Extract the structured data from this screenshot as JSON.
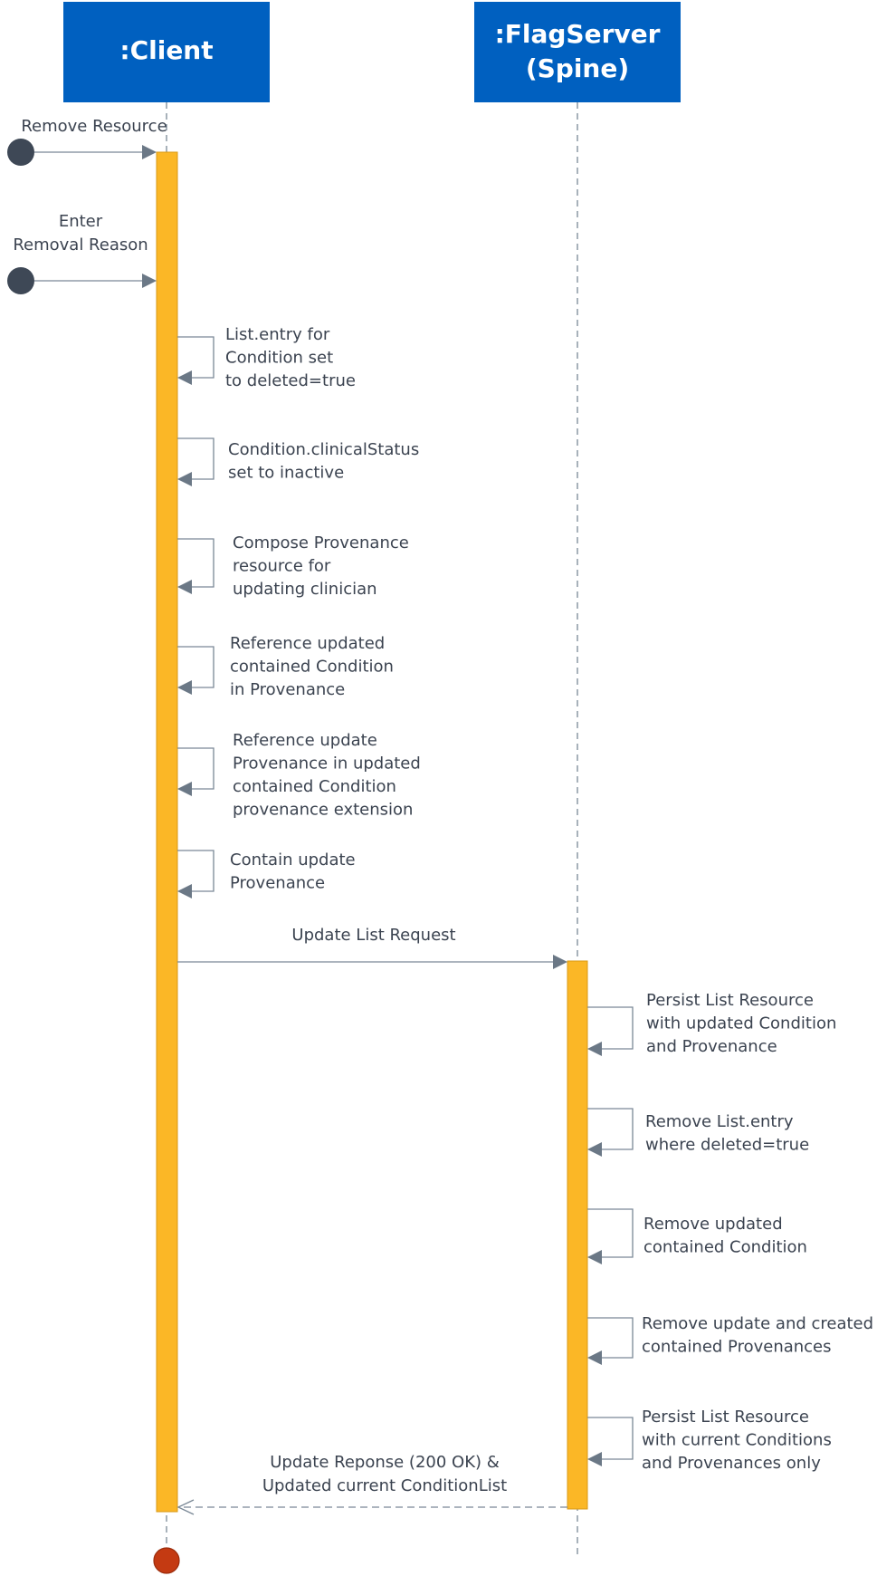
{
  "participants": {
    "client": {
      "name": ":Client"
    },
    "flagserver": {
      "line1": ":FlagServer",
      "line2": "(Spine)"
    }
  },
  "messages": {
    "remove_resource": "Remove Resource",
    "enter_reason": {
      "line1": "Enter",
      "line2": "Removal Reason"
    },
    "update_request": "Update List Request",
    "response": {
      "line1": "Update Reponse (200 OK) &",
      "line2": "Updated current ConditionList"
    }
  },
  "client_steps": [
    {
      "lines": [
        "List.entry for",
        "Condition set",
        "to deleted=true"
      ]
    },
    {
      "lines": [
        "Condition.clinicalStatus",
        "set to inactive"
      ]
    },
    {
      "lines": [
        "Compose Provenance",
        "resource for",
        "updating clinician"
      ]
    },
    {
      "lines": [
        "Reference updated",
        "contained Condition",
        "in Provenance"
      ]
    },
    {
      "lines": [
        "Reference update",
        "Provenance in updated",
        "contained Condition",
        "provenance extension"
      ]
    },
    {
      "lines": [
        "Contain update",
        "Provenance"
      ]
    }
  ],
  "server_steps": [
    {
      "lines": [
        "Persist List Resource",
        "with updated Condition",
        "and Provenance"
      ]
    },
    {
      "lines": [
        "Remove List.entry",
        "where deleted=true"
      ]
    },
    {
      "lines": [
        "Remove updated",
        "contained Condition"
      ]
    },
    {
      "lines": [
        "Remove update and created",
        "contained Provenances"
      ]
    },
    {
      "lines": [
        "Persist List Resource",
        "with current Conditions",
        "and Provenances only"
      ]
    }
  ],
  "colors": {
    "header": "#0060c0",
    "activation": "#fbb726",
    "activation_border": "#d89a16",
    "line": "#7a8896",
    "arrowhead": "#6b7886",
    "start_node": "#3e4856",
    "end_node": "#c43a12",
    "text": "#3b4350"
  }
}
